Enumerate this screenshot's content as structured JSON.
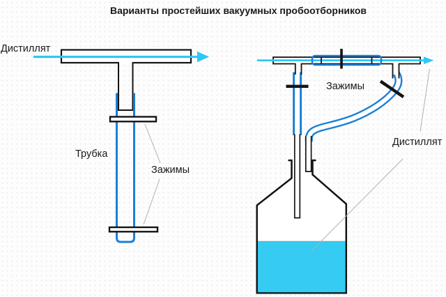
{
  "title": "Варианты простейших вакуумных пробоотборников",
  "colors": {
    "flow": "#2fc7f5",
    "hose": "#1b7fd6",
    "liquid": "#35cbf2",
    "outline": "#141414",
    "pointer": "#b0b0b0",
    "text": "#1a1a1a",
    "bg": "#fdfdfd"
  },
  "left_diagram": {
    "label_distillate": "Дистиллят",
    "label_tube": "Трубка",
    "label_clamps": "Зажимы"
  },
  "right_diagram": {
    "label_clamps": "Зажимы",
    "label_distillate": "Дистиллят"
  }
}
